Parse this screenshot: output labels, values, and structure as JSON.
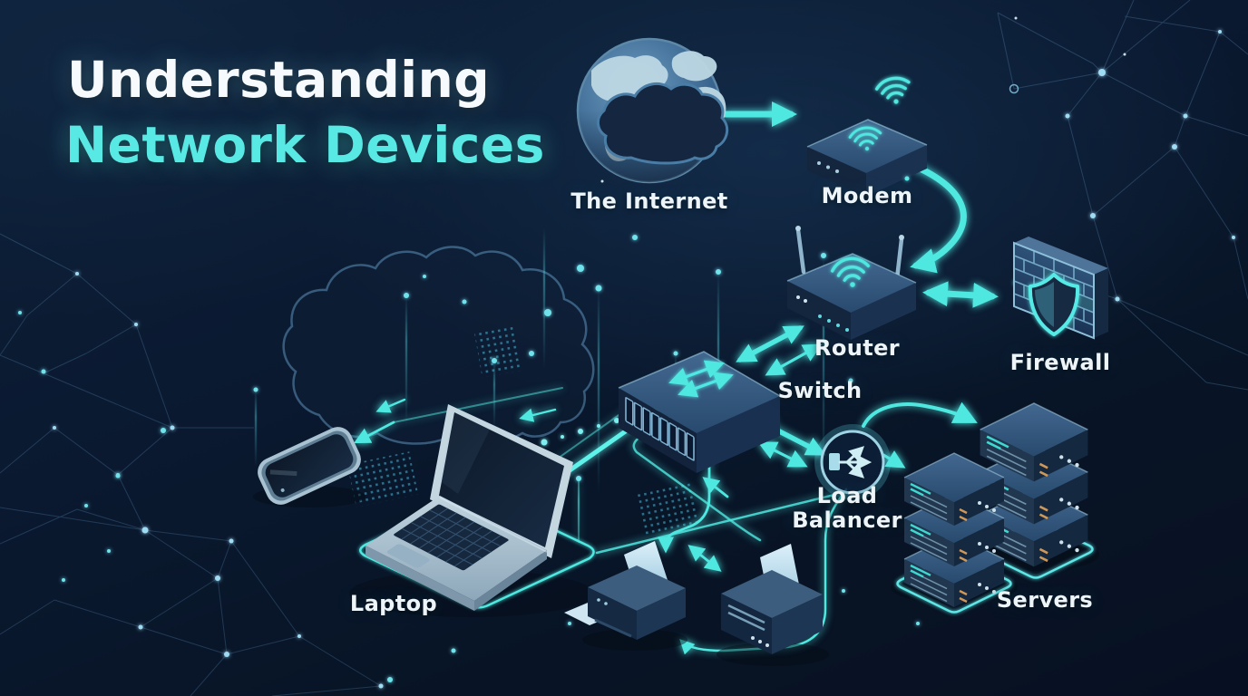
{
  "title": {
    "line1": "Understanding",
    "line2": "Network Devices"
  },
  "nodes": {
    "internet": {
      "label": "The Internet",
      "icon": "globe-cloud-icon"
    },
    "modem": {
      "label": "Modem",
      "icon": "modem-wifi-icon"
    },
    "router": {
      "label": "Router",
      "icon": "wireless-router-icon"
    },
    "firewall": {
      "label": "Firewall",
      "icon": "firewall-brick-shield-icon"
    },
    "switch": {
      "label": "Switch",
      "icon": "network-switch-icon"
    },
    "load_balancer": {
      "label": "Load Balancer",
      "label_line1": "Load",
      "label_line2": "Balancer",
      "icon": "load-balancer-icon"
    },
    "servers": {
      "label": "Servers",
      "icon": "server-stack-icon"
    },
    "laptop": {
      "label": "Laptop",
      "icon": "laptop-icon"
    },
    "smartphone": {
      "icon": "smartphone-icon"
    },
    "printer_left": {
      "icon": "printer-icon"
    },
    "printer_right": {
      "icon": "printer-icon"
    }
  },
  "connections": [
    {
      "from": "internet",
      "to": "modem",
      "style": "arrow"
    },
    {
      "from": "modem",
      "to": "router",
      "style": "curved-arrow"
    },
    {
      "from": "router",
      "to": "firewall",
      "style": "double-arrow"
    },
    {
      "from": "router",
      "to": "switch",
      "style": "double-arrow"
    },
    {
      "from": "switch",
      "to": "load_balancer",
      "style": "double-arrow"
    },
    {
      "from": "load_balancer",
      "to": "servers",
      "style": "curved-arrow"
    },
    {
      "from": "switch",
      "to": "smartphone",
      "style": "arrow"
    },
    {
      "from": "switch",
      "to": "laptop",
      "style": "trace"
    },
    {
      "from": "switch",
      "to": "printer_left",
      "style": "trace-arrow"
    },
    {
      "from": "load_balancer",
      "to": "printer_right",
      "style": "trace-arrow"
    }
  ],
  "colors": {
    "background": "#0a1930",
    "accent_cyan": "#4fe8e0",
    "title_white": "#f6fafc",
    "title_cyan": "#59e9e5",
    "label_text": "#eef5f9",
    "device_dark": "#152942",
    "device_mid": "#2c4f74",
    "mesh_blue": "#7fd4f0"
  }
}
